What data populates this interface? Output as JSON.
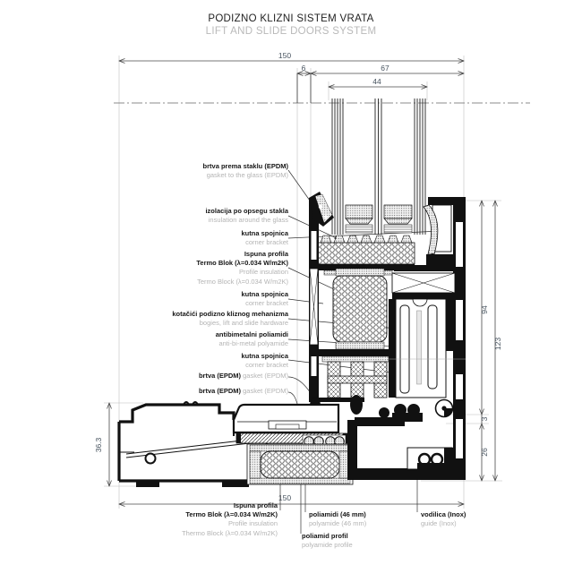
{
  "title": {
    "hr": "PODIZNO KLIZNI SISTEM VRATA",
    "en": "LIFT AND SLIDE DOORS SYSTEM"
  },
  "dimensions": {
    "top_overall": "150",
    "top_gap": "6",
    "top_sash": "67",
    "top_glass": "44",
    "right_upper": "94",
    "right_total": "123",
    "right_step": "3",
    "right_lower": "26",
    "left_frame_height": "36.3",
    "bottom_overall": "150"
  },
  "labels_left": [
    {
      "hr": "brtva prema staklu (EPDM)",
      "en": "gasket to the glass (EPDM)"
    },
    {
      "hr": "izolacija po opsegu stakla",
      "en": "insulation around the glass"
    },
    {
      "hr": "kutna spojnica",
      "en": "corner bracket"
    },
    {
      "hr": "Ispuna profila",
      "hr2": "Termo Blok (λ=0.034 W/m2K)",
      "en": "Profile insulation",
      "en2": "Termo Block (λ=0.034 W/m2K)"
    },
    {
      "hr": "kutna spojnica",
      "en": "corner bracket"
    },
    {
      "hr": "kotačići podizno kliznog mehanizma",
      "en": "bogies, lift and slide hardware"
    },
    {
      "hr": "antibimetalni poliamidi",
      "en": "anti-bi-metal polyamide"
    },
    {
      "hr": "kutna spojnica",
      "en": "corner bracket"
    },
    {
      "hr": "brtva (EPDM)",
      "en": "gasket (EPDM)"
    },
    {
      "hr": "brtva (EPDM)",
      "en": "gasket (EPDM)"
    }
  ],
  "labels_bottom": [
    {
      "hr": "Ispuna profila",
      "hr2": "Termo Blok (λ=0.034 W/m2K)",
      "en": "Profile insulation",
      "en2": "Thermo Block (λ=0.034 W/m2K)"
    },
    {
      "hr": "poliamidi (46 mm)",
      "en": "polyamide (46 mm)"
    },
    {
      "hr": "poliamid profil",
      "en": "polyamide profile"
    },
    {
      "hr": "vodilica (Inox)",
      "en": "guide (Inox)"
    }
  ],
  "colors": {
    "profile_black": "#111111",
    "gray_text": "#b4b4b4",
    "dim_text": "#46525e"
  }
}
